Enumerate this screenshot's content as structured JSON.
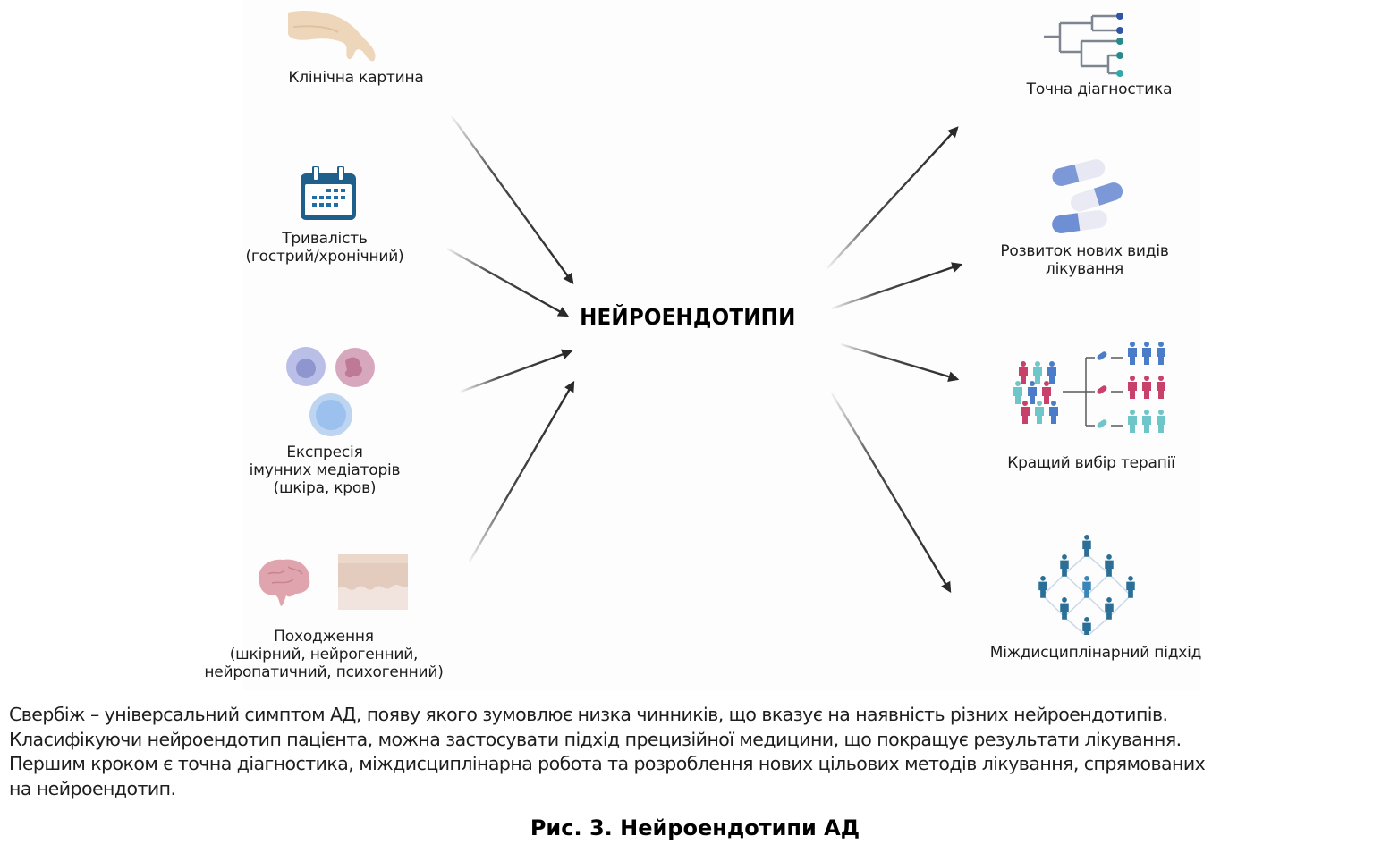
{
  "diagram": {
    "center": "НЕЙРОЕНДОТИПИ",
    "inputs": [
      {
        "label": "Клінічна картина",
        "icon": "hand-icon"
      },
      {
        "label": "Тривалість\n(гострий/хронічний)",
        "icon": "calendar-icon"
      },
      {
        "label": "Експресія\nімунних медіаторів\n(шкіра, кров)",
        "icon": "immune-cells-icon"
      },
      {
        "label": "Походження\n(шкірний, нейрогенний,\nнейропатичний, психогенний)",
        "icon": "brain-skin-icon"
      }
    ],
    "outputs": [
      {
        "label": "Точна діагностика",
        "icon": "dendrogram-icon"
      },
      {
        "label": "Розвиток нових видів\nлікування",
        "icon": "pills-icon"
      },
      {
        "label": "Кращий вибір терапії",
        "icon": "patient-stratification-icon"
      },
      {
        "label": "Міждисциплінарний підхід",
        "icon": "people-network-icon"
      }
    ],
    "colors": {
      "calendar": "#1f5f8b",
      "cell_purple": "#9ea6d8",
      "cell_pink": "#c98aa6",
      "cell_blue": "#a9c9ee",
      "pill_blue": "#7d98d6",
      "person_blue": "#4a7cc7",
      "person_red": "#c8416a",
      "person_teal": "#6fc6c9",
      "network_person": "#2b6f96",
      "arrow": "#2a2a2a"
    }
  },
  "caption": {
    "lines": [
      "Свербіж – універсальний симптом АД, появу якого зумовлює низка чинників, що вказує на наявність різних нейроендотипів.",
      "Класифікуючи нейроендотип пацієнта, можна застосувати підхід прецизійної медицини, що покращує результати лікування.",
      "Першим кроком є точна діагностика, міждисциплінарна робота та розроблення нових цільових методів лікування, спрямованих",
      "на нейроендотип."
    ]
  },
  "figure_title": "Рис. 3. Нейроендотипи АД"
}
